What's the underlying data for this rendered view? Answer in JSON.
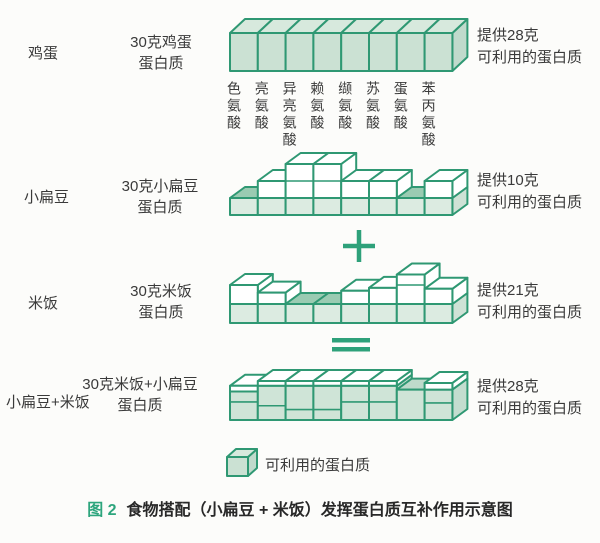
{
  "colors": {
    "outline": "#2f9873",
    "accent": "#2da57d",
    "text": "#3a3a3a",
    "white": "#ffffff",
    "egg_fill": "#cbe1d3",
    "egg_top": "#d7e9dd",
    "egg_side": "#c0dacc",
    "base_fill": "#dcebe1",
    "base_top_dark": "#9acbb2",
    "base_side": "#cfe2d6",
    "combo_fill": "#cfe4d7",
    "combo_top": "#bedacb",
    "combo_side": "#c3ddcf"
  },
  "amino_acids": [
    "色氨酸",
    "亮氨酸",
    "异亮氨酸",
    "赖氨酸",
    "缬氨酸",
    "苏氨酸",
    "蛋氨酸",
    "苯丙氨酸"
  ],
  "rows": [
    {
      "id": "egg",
      "food_label": "鸡蛋",
      "source_line1": "30克鸡蛋",
      "source_line2": "蛋白质",
      "result_line1": "提供28克",
      "result_line2": "可利用的蛋白质",
      "blocks": {
        "fill": "egg_fill",
        "top": "egg_top",
        "side": "egg_side",
        "filled": [
          1,
          1,
          1,
          1,
          1,
          1,
          1,
          1
        ],
        "white": [
          0,
          0,
          0,
          0,
          0,
          0,
          0,
          0
        ],
        "divs": []
      }
    },
    {
      "id": "lentil",
      "food_label": "小扁豆",
      "source_line1": "30克小扁豆",
      "source_line2": "蛋白质",
      "result_line1": "提供10克",
      "result_line2": "可利用的蛋白质",
      "blocks": {
        "fill": "base_fill",
        "top": "base_top_dark",
        "side": "base_side",
        "filled": [
          1,
          1,
          1,
          1,
          1,
          1,
          1,
          1
        ],
        "white": [
          0,
          1,
          2,
          2,
          1,
          1,
          0,
          1
        ],
        "divs": []
      }
    },
    {
      "id": "rice",
      "food_label": "米饭",
      "source_line1": "30克米饭",
      "source_line2": "蛋白质",
      "result_line1": "提供21克",
      "result_line2": "可利用的蛋白质",
      "blocks": {
        "fill": "base_fill",
        "top": "base_top_dark",
        "side": "base_side",
        "filled": [
          1,
          1,
          1,
          1,
          1,
          1,
          1,
          1
        ],
        "white": [
          1,
          0.6,
          0,
          0,
          0.7,
          0.85,
          1.55,
          0.8
        ],
        "divs": []
      }
    },
    {
      "id": "combo",
      "food_label": "小扁豆+米饭",
      "source_line1": "30克米饭+小扁豆",
      "source_line2": "蛋白质",
      "result_line1": "提供28克",
      "result_line2": "可利用的蛋白质",
      "blocks": {
        "fill": "combo_fill",
        "top": "combo_top",
        "side": "combo_side",
        "filled": [
          1.5,
          1.8,
          1.8,
          1.8,
          1.8,
          1.8,
          1.6,
          1.6
        ],
        "white": [
          0.3,
          0.25,
          0.25,
          0.25,
          0.25,
          0.25,
          0,
          0.35
        ],
        "divs": [
          [
            0.95
          ],
          [
            0.75
          ],
          [
            0.55
          ],
          [
            0.55
          ],
          [
            0.95
          ],
          [
            0.95
          ],
          [],
          [
            0.9
          ]
        ]
      }
    }
  ],
  "operators": {
    "plus": "+",
    "equals": "="
  },
  "legend": {
    "label": "可利用的蛋白质",
    "cube": {
      "fill": "egg_fill",
      "top": "egg_top",
      "side": "egg_side",
      "filled": [
        1
      ],
      "white": [
        0
      ],
      "divs": []
    }
  },
  "caption": {
    "figure_number": "图 2",
    "text": "食物搭配（小扁豆 + 米饭）发挥蛋白质互补作用示意图"
  }
}
